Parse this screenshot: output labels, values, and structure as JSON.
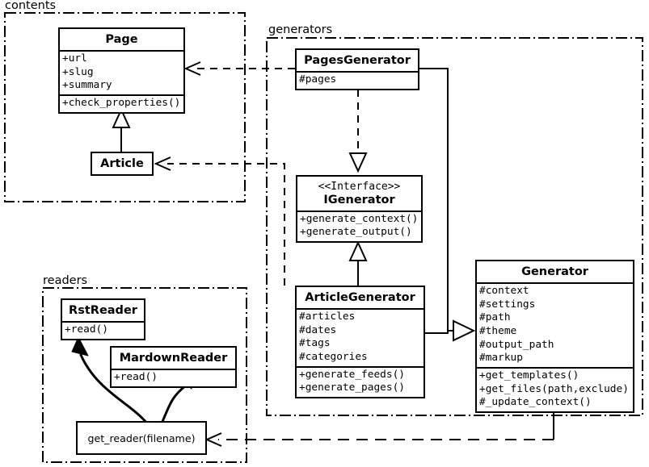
{
  "diagram": {
    "title": "UML class diagram",
    "stroke_color": "#000000",
    "background_color": "#ffffff"
  },
  "packages": [
    {
      "id": "contents",
      "label": "contents"
    },
    {
      "id": "generators",
      "label": "generators"
    },
    {
      "id": "readers",
      "label": "readers"
    }
  ],
  "classes": {
    "page": {
      "name": "Page",
      "attributes": [
        "+url",
        "+slug",
        "+summary"
      ],
      "operations": [
        "+check_properties()"
      ]
    },
    "article": {
      "name": "Article",
      "attributes": [],
      "operations": []
    },
    "pages_generator": {
      "name": "PagesGenerator",
      "attributes": [
        "#pages"
      ],
      "operations": []
    },
    "igenerator": {
      "stereotype": "<<Interface>>",
      "name": "IGenerator",
      "attributes": [],
      "operations": [
        "+generate_context()",
        "+generate_output()"
      ]
    },
    "article_generator": {
      "name": "ArticleGenerator",
      "attributes": [
        "#articles",
        "#dates",
        "#tags",
        "#categories"
      ],
      "operations": [
        "+generate_feeds()",
        "+generate_pages()"
      ]
    },
    "generator": {
      "name": "Generator",
      "attributes": [
        "#context",
        "#settings",
        "#path",
        "#theme",
        "#output_path",
        "#markup"
      ],
      "operations": [
        "+get_templates()",
        "+get_files(path,exclude)",
        "#_update_context()"
      ]
    },
    "rst_reader": {
      "name": "RstReader",
      "attributes": [],
      "operations": [
        "+read()"
      ]
    },
    "mardown_reader": {
      "name": "MardownReader",
      "attributes": [],
      "operations": [
        "+read()"
      ]
    }
  },
  "functions": {
    "get_reader": {
      "label": "get_reader(filename)"
    }
  },
  "relationships": [
    {
      "type": "generalization",
      "from": "Article",
      "to": "Page"
    },
    {
      "type": "realization",
      "from": "PagesGenerator",
      "to": "IGenerator"
    },
    {
      "type": "generalization",
      "from": "ArticleGenerator",
      "to": "IGenerator"
    },
    {
      "type": "aggregation",
      "from": "PagesGenerator",
      "to": "Generator"
    },
    {
      "type": "aggregation",
      "from": "ArticleGenerator",
      "to": "Generator"
    },
    {
      "type": "dependency",
      "from": "PagesGenerator",
      "to": "Page"
    },
    {
      "type": "dependency",
      "from": "ArticleGenerator",
      "to": "Article"
    },
    {
      "type": "dependency",
      "from": "Generator",
      "to": "get_reader(filename)"
    },
    {
      "type": "call",
      "from": "get_reader(filename)",
      "to": "RstReader"
    },
    {
      "type": "call",
      "from": "get_reader(filename)",
      "to": "MardownReader"
    }
  ]
}
